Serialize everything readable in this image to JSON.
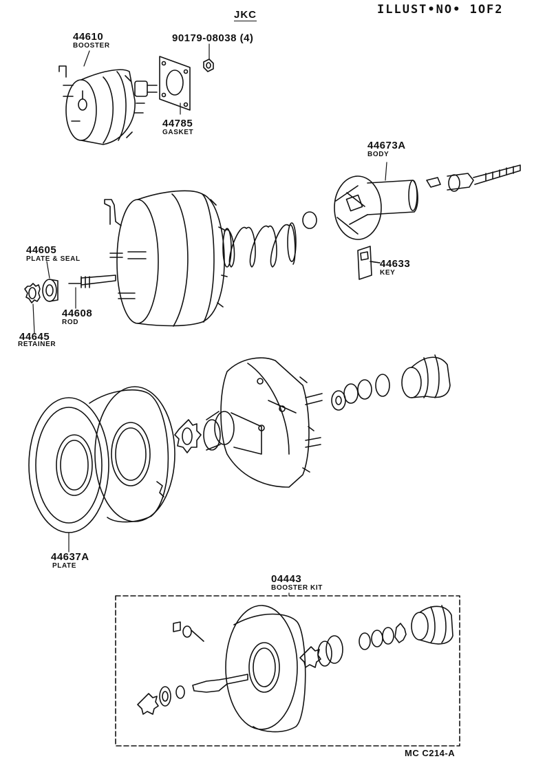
{
  "header": {
    "illust": "ILLUST•NO• 1OF2",
    "model": "JKC"
  },
  "parts": {
    "booster": {
      "number": "44610",
      "name": "BOOSTER"
    },
    "nut": {
      "number": "90179-08038 (4)"
    },
    "gasket": {
      "number": "44785",
      "name": "GASKET"
    },
    "body": {
      "number": "44673A",
      "name": "BODY"
    },
    "key": {
      "number": "44633",
      "name": "KEY"
    },
    "plate_seal": {
      "number": "44605",
      "name": "PLATE & SEAL"
    },
    "rod": {
      "number": "44608",
      "name": "ROD"
    },
    "retainer": {
      "number": "44645",
      "name": "RETAINER"
    },
    "plate": {
      "number": "44637A",
      "name": "PLATE"
    },
    "booster_kit": {
      "number": "04443",
      "name": "BOOSTER KIT"
    }
  },
  "footer": {
    "code": "MC C214-A"
  },
  "style": {
    "ink": "#111111",
    "paper": "#ffffff"
  }
}
